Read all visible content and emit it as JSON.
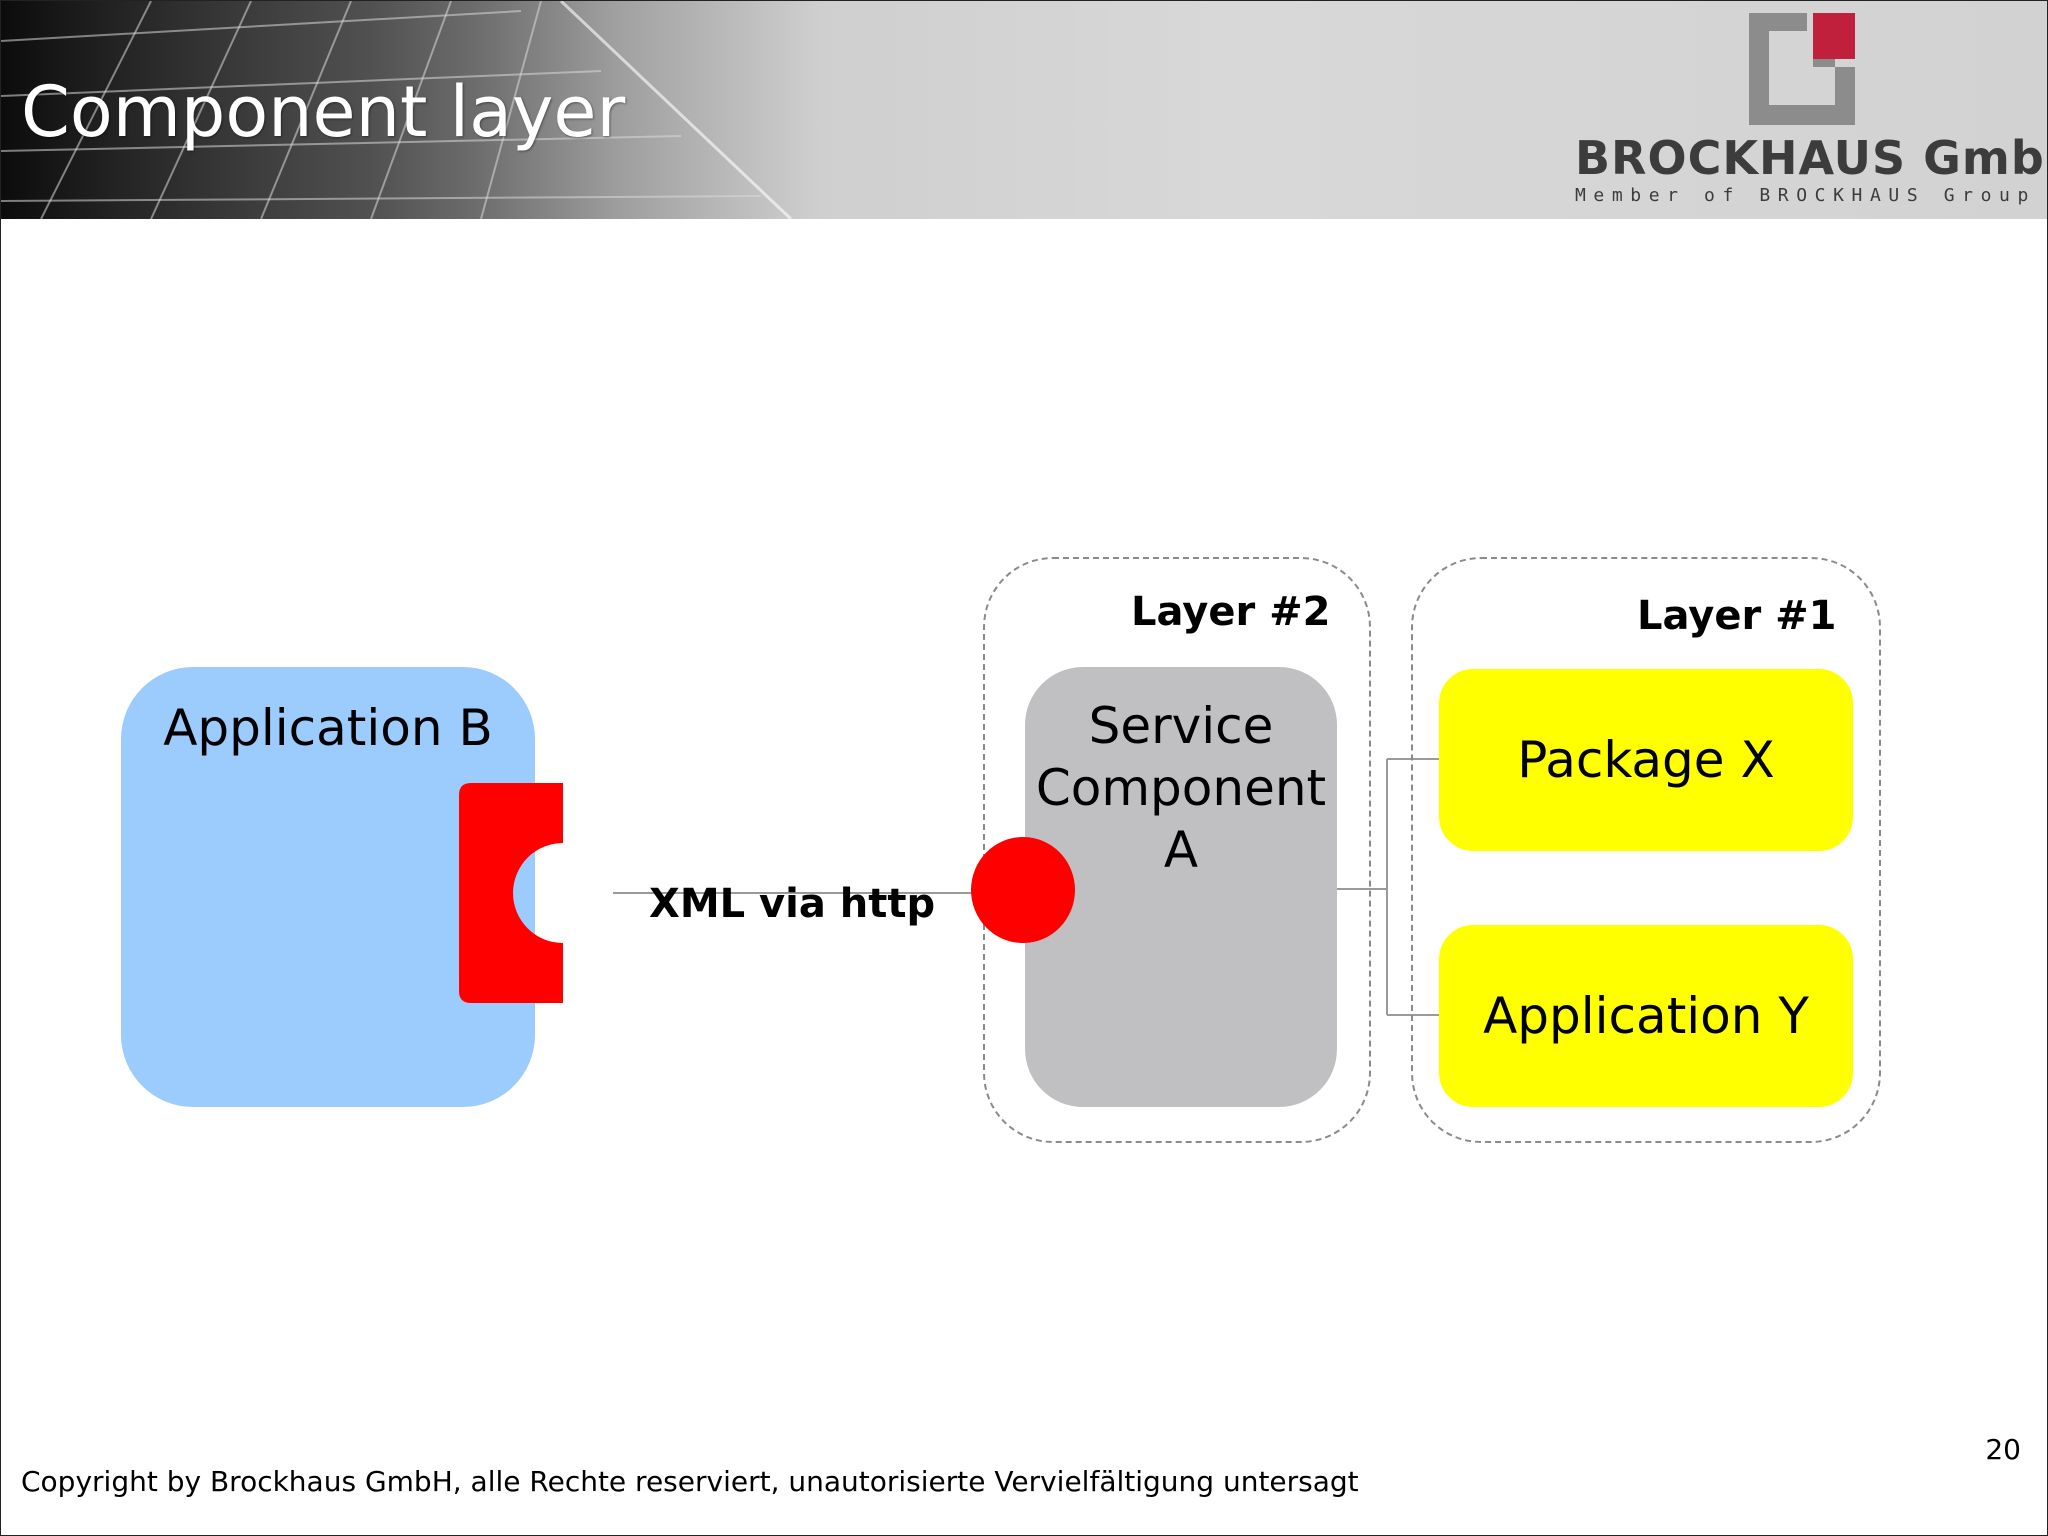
{
  "slide": {
    "title": "Component layer",
    "page_number": "20",
    "copyright": "Copyright by Brockhaus GmbH, alle Rechte reserviert, unautorisierte Vervielfältigung untersagt"
  },
  "logo": {
    "name": "BROCKHAUS GmbH",
    "tagline": "Member of BROCKHAUS Group",
    "mark_icon": "brockhaus-square-logo-icon",
    "colors": {
      "mark_gray": "#8c8c8c",
      "mark_red": "#c0203c"
    }
  },
  "diagram": {
    "application_b": {
      "label": "Application B",
      "color": "#9ccbfe"
    },
    "socket": {
      "icon": "required-interface-socket-icon",
      "color": "#ff0000"
    },
    "connection": {
      "label": "XML via http"
    },
    "layer_2": {
      "label": "Layer #2",
      "service_component": {
        "label_lines": [
          "Service",
          "Component",
          "A"
        ],
        "color": "#c0bfc1"
      },
      "port": {
        "icon": "provided-interface-port-icon",
        "color": "#ff0000"
      }
    },
    "layer_1": {
      "label": "Layer #1",
      "package_x": {
        "label": "Package X",
        "color": "#ffff00"
      },
      "application_y": {
        "label": "Application Y",
        "color": "#ffff00"
      }
    }
  }
}
